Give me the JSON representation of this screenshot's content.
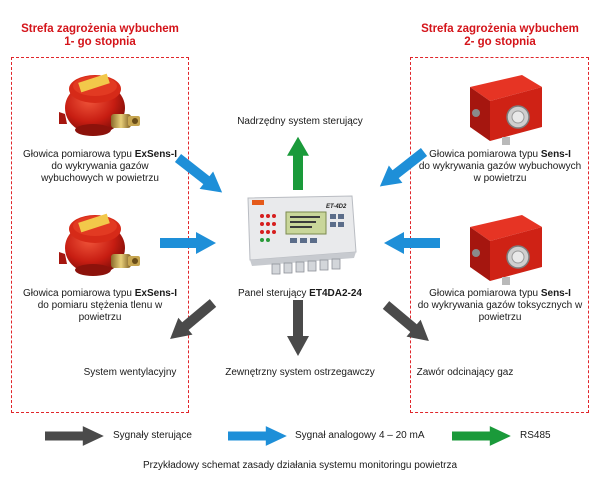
{
  "zones": {
    "left": {
      "title_1": "Strefa zagrożenia wybuchem",
      "title_2": "1- go stopnia"
    },
    "right": {
      "title_1": "Strefa zagrożenia wybuchem",
      "title_2": "2- go stopnia"
    }
  },
  "devices": {
    "left_top": {
      "prefix": "Głowica pomiarowa typu",
      "model": "ExSens-I",
      "desc": "do wykrywania gazów wybuchowych w powietrzu"
    },
    "left_bottom": {
      "prefix": "Głowica pomiarowa typu",
      "model": "ExSens-I",
      "desc": "do pomiaru stężenia tlenu w powietrzu"
    },
    "right_top": {
      "prefix": "Głowica pomiarowa typu",
      "model": "Sens-I",
      "desc": "do wykrywania gazów wybuchowych w powietrzu"
    },
    "right_bottom": {
      "prefix": "Głowica pomiarowa typu",
      "model": "Sens-I",
      "desc": "do wykrywania gazów toksycznych w powietrzu"
    }
  },
  "panel": {
    "prefix": "Panel sterujący",
    "model": "ET4DA2-24",
    "badge": "ET-4D2"
  },
  "targets": {
    "top": "Nadrzędny system sterujący",
    "ventilation": "System wentylacyjny",
    "alarm": "Zewnętrzny system ostrzegawczy",
    "valve": "Zawór odcinający gaz"
  },
  "legend": {
    "control": "Sygnały sterujące",
    "analog": "Sygnał analogowy 4 – 20 mA",
    "rs485": "RS485"
  },
  "caption": "Przykładowy schemat zasady działania systemu monitoringu powietrza",
  "colors": {
    "control": "#4a4a4a",
    "analog": "#1e8fd8",
    "rs485": "#1a9a3a",
    "zone": "#e0262b",
    "device": "#d42418"
  }
}
